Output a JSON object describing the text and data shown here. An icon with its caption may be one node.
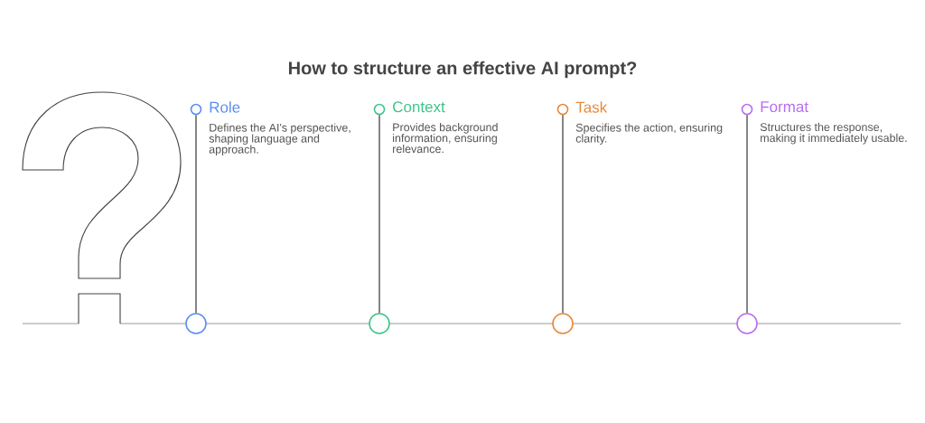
{
  "diagram": {
    "title": "How to structure an effective AI prompt?",
    "nodes": [
      {
        "text": [],
        "shape": "circle"
      },
      {
        "text": [
          "Role",
          "Defines the AI's perspective, shaping language and approach."
        ]
      },
      {
        "text": [],
        "shape": "circle"
      },
      {
        "text": [],
        "shape": "circle"
      },
      {
        "text": [
          "Context",
          "Provides background information, ensuring relevance."
        ]
      },
      {
        "text": [],
        "shape": "circle"
      },
      {
        "text": [],
        "shape": "circle"
      },
      {
        "text": [
          "Task",
          "Specifies the action, ensuring clarity."
        ]
      },
      {
        "text": [],
        "shape": "circle"
      },
      {
        "text": [],
        "shape": "circle"
      },
      {
        "text": [
          "Format",
          "Structures the response, making it immediately usable."
        ]
      },
      {
        "text": [],
        "shape": "circle"
      }
    ],
    "edges": [
      {
        "from": 2,
        "to": 0,
        "arrow": "none"
      },
      {
        "from": 5,
        "to": 3,
        "arrow": "none"
      },
      {
        "from": 8,
        "to": 6,
        "arrow": "none"
      },
      {
        "from": 11,
        "to": 9,
        "arrow": "none"
      }
    ]
  }
}
